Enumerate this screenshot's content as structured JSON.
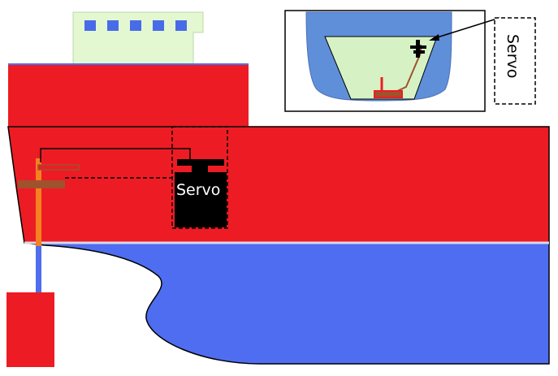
{
  "labels": {
    "servo_main": "Servo",
    "servo_callout": "Servo"
  },
  "colors": {
    "hull_red": "#ed1c24",
    "water_blue": "#4f6df0",
    "superstructure_green": "#e3f8d1",
    "window_blue": "#4a6be8",
    "inset_blue": "#5f8fd8",
    "inset_green": "#d6f2c4",
    "rudder_stock_orange": "#f58220",
    "rudder_stock_blue": "#4f6df0",
    "tiller_brown": "#a0522d",
    "servo_black": "#000000",
    "linkage": "#000000"
  },
  "icons": [
    "servo-actuator-icon",
    "rudder-icon",
    "tiller-icon",
    "pointer-arrow-icon"
  ],
  "superstructure": {
    "window_count": 5
  }
}
